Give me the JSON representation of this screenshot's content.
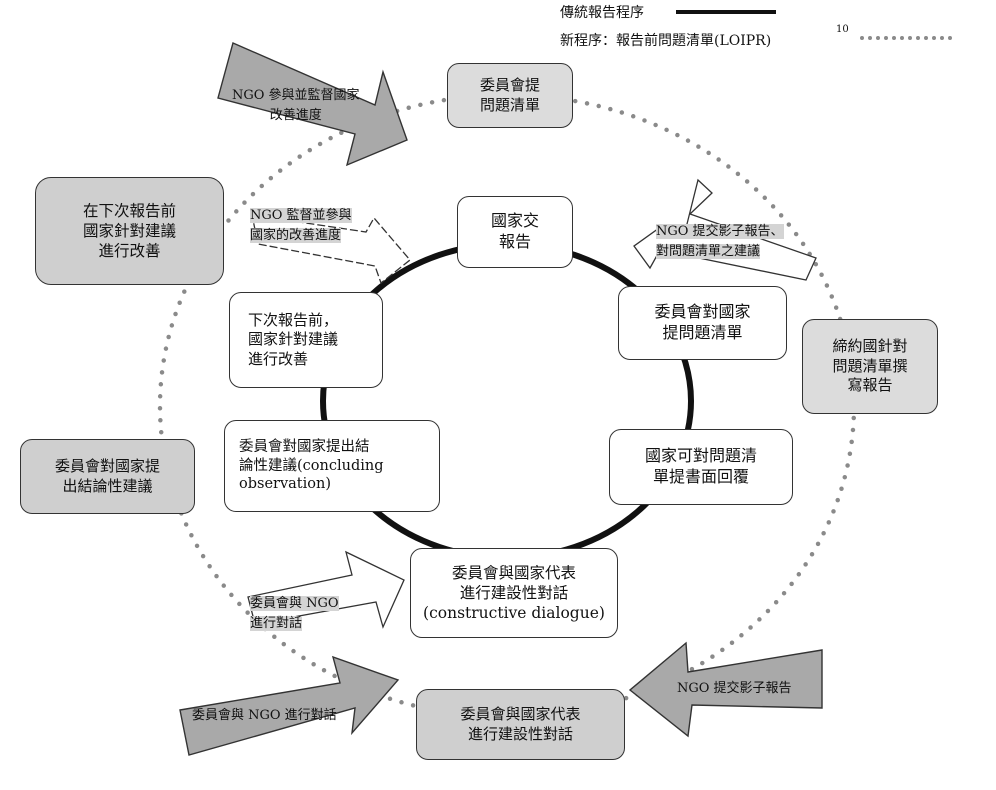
{
  "legend": {
    "traditional": "傳統報告程序",
    "new": "新程序：報告前問題清單(LOIPR)",
    "footnote": "10"
  },
  "inner_cycle": {
    "state_report": "國家交\n報告",
    "committee_questions": "委員會對國家\n提問題清單",
    "state_written_reply": "國家可對問題清\n單提書面回覆",
    "constructive_dialogue": "委員會與國家代表\n進行建設性對話\n(constructive dialogue)",
    "concluding_observation": "委員會對國家提出結\n論性建議(concluding\nobservation)",
    "state_improves": "下次報告前，\n國家針對建議\n進行改善"
  },
  "outer_cycle": {
    "committee_loi": "委員會提\n問題清單",
    "state_writes_report": "締約國針對\n問題清單撰\n寫報告",
    "constructive_dialogue": "委員會與國家代表\n進行建設性對話",
    "concluding": "委員會對國家提\n出結論性建議",
    "state_improves": "在下次報告前\n國家針對建議\n進行改善"
  },
  "ngo_labels": {
    "outer_monitor": "NGO 參與並監督國家\n改善進度",
    "inner_monitor": "NGO 監督並參與\n國家的改善進度",
    "inner_shadow": "NGO 提交影子報告、\n對問題清單之建議",
    "outer_shadow": "NGO 提交影子報告",
    "inner_dialogue": "委員會與 NGO\n進行對話",
    "outer_dialogue": "委員會與 NGO 進行對話"
  },
  "colors": {
    "box_grey": "#cfcfcf",
    "box_light": "#dcdcdc",
    "arrow_grey": "#a9a9a9",
    "dots": "#8a8a8a",
    "cycle_line": "#111111"
  }
}
